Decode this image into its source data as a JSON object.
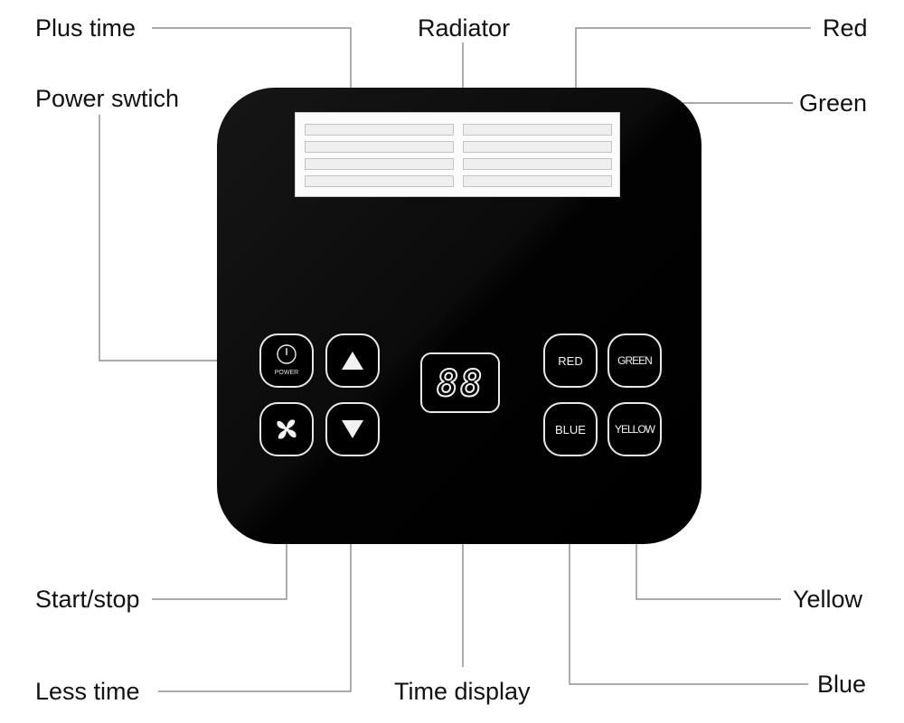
{
  "labels": {
    "plus_time": "Plus time",
    "power_switch": "Power swtich",
    "radiator": "Radiator",
    "red": "Red",
    "green": "Green",
    "start_stop": "Start/stop",
    "less_time": "Less time",
    "time_display": "Time display",
    "yellow": "Yellow",
    "blue": "Blue"
  },
  "panel": {
    "power_button_text": "POWER",
    "display_digits": "88",
    "buttons": {
      "red": "RED",
      "green": "GREEN",
      "blue": "BLUE",
      "yellow": "YELLOW"
    }
  },
  "icons": {
    "power": "power-icon",
    "fan": "fan-icon",
    "up": "triangle-up-icon",
    "down": "triangle-down-icon"
  },
  "colors": {
    "panel": "#000000",
    "leader_line": "#777777",
    "button_border": "#e8e8e8",
    "grille": "#fbfbfb"
  }
}
